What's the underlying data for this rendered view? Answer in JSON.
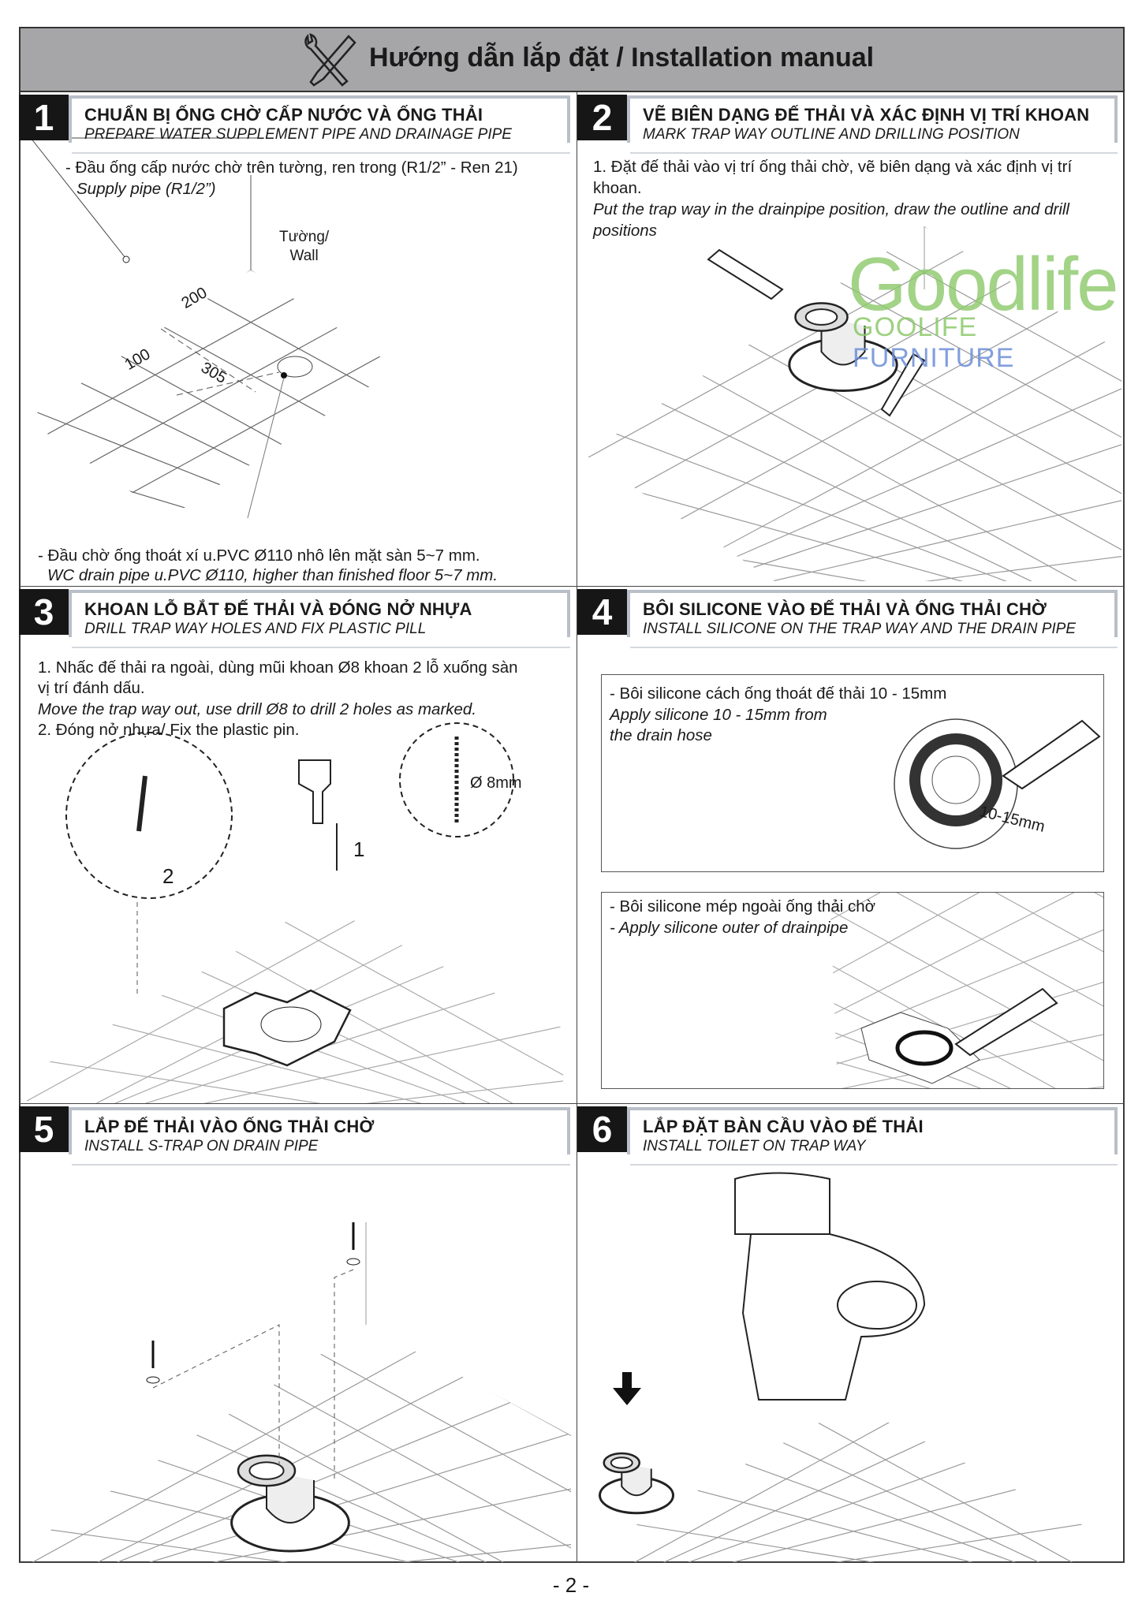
{
  "header": {
    "title": "Hướng dẫn lắp đặt / Installation manual",
    "icon": "tools-icon"
  },
  "logo": {
    "brand": "Goodlife",
    "name_part1": "GOOLIFE",
    "name_part2": "FURNITURE",
    "colors": {
      "green": "#8cc96a",
      "blue": "#6d8fd8"
    }
  },
  "steps": [
    {
      "number": "1",
      "title": "CHUẨN BỊ ỐNG CHỜ CẤP NƯỚC VÀ ỐNG THẢI",
      "subtitle": "PREPARE WATER SUPPLEMENT PIPE AND DRAINAGE PIPE",
      "lines": [
        "- Đầu ống cấp nước chờ trên tường, ren trong (R1/2” - Ren 21)",
        "Supply pipe (R1/2”)"
      ],
      "wall_label": [
        "Tường/",
        "Wall"
      ],
      "dims": [
        "200",
        "100",
        "305"
      ],
      "bottom_lines": [
        "- Đầu chờ ống thoát xí u.PVC Ø110 nhô lên mặt sàn 5~7 mm.",
        "WC drain pipe u.PVC Ø110, higher than finished floor  5~7 mm."
      ]
    },
    {
      "number": "2",
      "title": "VẼ BIÊN DẠNG ĐẾ THẢI VÀ XÁC ĐỊNH VỊ TRÍ KHOAN",
      "subtitle": "MARK TRAP WAY OUTLINE AND DRILLING POSITION",
      "lines": [
        "1. Đặt đế thải vào vị trí ống thải chờ, vẽ biên dạng và xác định vị trí",
        "khoan.",
        "Put the trap way in the drainpipe position, draw the outline and drill",
        "positions"
      ]
    },
    {
      "number": "3",
      "title": "KHOAN LỖ BẮT ĐẾ THẢI VÀ ĐÓNG NỞ NHỰA",
      "subtitle": "DRILL TRAP WAY HOLES AND FIX PLASTIC PILL",
      "lines": [
        "1. Nhấc đế thải ra ngoài, dùng mũi khoan Ø8 khoan 2 lỗ xuống sàn",
        "vị trí đánh dấu.",
        "Move the trap way out, use drill Ø8 to drill 2 holes as marked.",
        "2. Đóng nở nhựa/ Fix the plastic pin."
      ],
      "drill_label": "Ø 8mm",
      "marker_1": "1",
      "marker_2": "2"
    },
    {
      "number": "4",
      "title": "BÔI SILICONE VÀO ĐẾ THẢI VÀ ỐNG THẢI CHỜ",
      "subtitle": "INSTALL SILICONE ON THE TRAP WAY AND THE DRAIN PIPE",
      "box1_lines": [
        "- Bôi silicone cách ống thoát đế thải 10 - 15mm",
        "Apply silicone 10 - 15mm from",
        "the drain hose"
      ],
      "box1_dim": "10-15mm",
      "box2_lines": [
        "- Bôi silicone mép ngoài ống thải chờ",
        "- Apply silicone outer of drainpipe"
      ]
    },
    {
      "number": "5",
      "title": "LẮP ĐẾ THẢI VÀO ỐNG THẢI CHỜ",
      "subtitle": "INSTALL S-TRAP ON DRAIN PIPE"
    },
    {
      "number": "6",
      "title": "LẮP ĐẶT BÀN CẦU VÀO ĐẾ THẢI",
      "subtitle": "INSTALL TOILET ON TRAP WAY"
    }
  ],
  "page_number": "- 2 -"
}
